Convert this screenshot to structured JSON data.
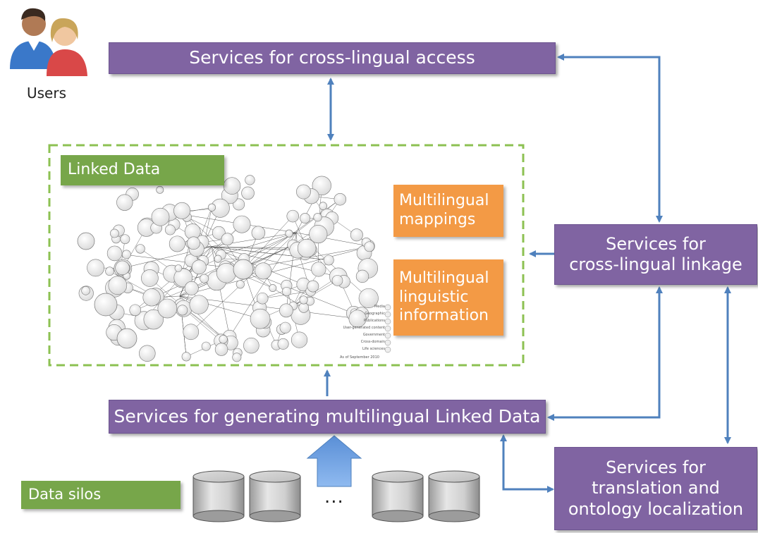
{
  "users": {
    "label": "Users"
  },
  "boxes": {
    "cross_lingual_access": "Services for cross-lingual access",
    "linked_data": "Linked Data",
    "multilingual_mappings": "Multilingual\nmappings",
    "multilingual_linguistic": "Multilingual\nlinguistic\ninformation",
    "cross_lingual_linkage": "Services for\ncross-lingual linkage",
    "generating": "Services for generating multilingual Linked Data",
    "translation": "Services for\ntranslation and\nontology localization",
    "data_silos": "Data silos"
  },
  "ellipsis": "...",
  "lod_legend": [
    "Media",
    "Geographic",
    "Publications",
    "User-generated content",
    "Government",
    "Cross-domain",
    "Life sciences"
  ],
  "lod_caption": "As of September 2010",
  "colors": {
    "purple": "#8064a2",
    "green": "#77a64a",
    "orange": "#f39a45",
    "arrow": "#4f81bd"
  }
}
